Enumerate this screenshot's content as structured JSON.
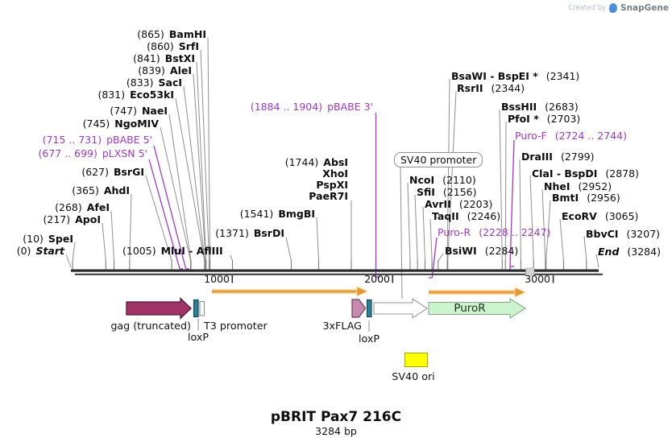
{
  "watermark": {
    "created_by": "Created by",
    "brand": "SnapGene"
  },
  "title": {
    "name": "pBRIT Pax7 216C",
    "size": "3284 bp"
  },
  "ruler": [
    "1000",
    "2000",
    "3000"
  ],
  "colors": {
    "primer_purple": "#A335D6",
    "gag_fill": "#A13366",
    "loxp_fill": "#2E7F96",
    "flag_fill": "#C98BAD",
    "puror_fill": "#CCF4CC",
    "sv40ori_fill": "#FFFF00",
    "orange_arrow": "#E8952F"
  },
  "enzymes": {
    "bamhi": {
      "pos": "(865)",
      "name": "BamHI"
    },
    "srfi": {
      "pos": "(860)",
      "name": "SrfI"
    },
    "bstxi": {
      "pos": "(841)",
      "name": "BstXI"
    },
    "alei": {
      "pos": "(839)",
      "name": "AleI"
    },
    "saci": {
      "pos": "(833)",
      "name": "SacI"
    },
    "eco53ki": {
      "pos": "(831)",
      "name": "Eco53kI"
    },
    "naei": {
      "pos": "(747)",
      "name": "NaeI"
    },
    "ngomiv": {
      "pos": "(745)",
      "name": "NgoMIV"
    },
    "bsrgi": {
      "pos": "(627)",
      "name": "BsrGI"
    },
    "ahdi": {
      "pos": "(365)",
      "name": "AhdI"
    },
    "afei": {
      "pos": "(268)",
      "name": "AfeI"
    },
    "apoi": {
      "pos": "(217)",
      "name": "ApoI"
    },
    "spei": {
      "pos": "(10)",
      "name": "SpeI"
    },
    "start": {
      "pos": "(0)",
      "name": "Start"
    },
    "mlui": {
      "pos": "(1005)",
      "name": "MluI - AflIII"
    },
    "bsrdi": {
      "pos": "(1371)",
      "name": "BsrDI"
    },
    "bmgbi": {
      "pos": "(1541)",
      "name": "BmgBI"
    },
    "absi": {
      "pos": "(1744)",
      "name": "AbsI"
    },
    "xhoi": {
      "name": "XhoI"
    },
    "pspxi": {
      "name": "PspXI"
    },
    "paer7i": {
      "name": "PaeR7I"
    },
    "ncoi": {
      "name": "NcoI",
      "pos": "(2110)"
    },
    "sfii": {
      "name": "SfiI",
      "pos": "(2156)"
    },
    "avrii": {
      "name": "AvrII",
      "pos": "(2203)"
    },
    "taqii": {
      "name": "TaqII",
      "pos": "(2246)"
    },
    "bsiwi": {
      "name": "BsiWI",
      "pos": "(2284)"
    },
    "bsawi": {
      "name": "BsaWI - BspEI *",
      "pos": "(2341)"
    },
    "rsrii": {
      "name": "RsrII",
      "pos": "(2344)"
    },
    "bsshii": {
      "name": "BssHII",
      "pos": "(2683)"
    },
    "pfoi": {
      "name": "PfoI *",
      "pos": "(2703)"
    },
    "draiii": {
      "name": "DraIII",
      "pos": "(2799)"
    },
    "clai": {
      "name": "ClaI - BspDI",
      "pos": "(2878)"
    },
    "nhei": {
      "name": "NheI",
      "pos": "(2952)"
    },
    "bmti": {
      "name": "BmtI",
      "pos": "(2956)"
    },
    "ecorv": {
      "name": "EcoRV",
      "pos": "(3065)"
    },
    "bbvci": {
      "name": "BbvCI",
      "pos": "(3207)"
    },
    "end": {
      "name": "End",
      "pos": "(3284)"
    }
  },
  "primers": {
    "pbabe5": {
      "pos": "(715 .. 731)",
      "name": "pBABE 5'"
    },
    "plxsn5": {
      "pos": "(677 .. 699)",
      "name": "pLXSN 5'"
    },
    "pbabe3": {
      "pos": "(1884 .. 1904)",
      "name": "pBABE 3'"
    },
    "purof": {
      "name": "Puro-F",
      "pos": "(2724 .. 2744)"
    },
    "puror": {
      "name": "Puro-R",
      "pos": "(2228 .. 2247)"
    }
  },
  "features": {
    "sv40_promoter": "SV40 promoter",
    "gag": "gag (truncated)",
    "loxp1": "loxP",
    "t3_promoter": "T3 promoter",
    "flag3x": "3xFLAG",
    "loxp2": "loxP",
    "puror_gene": "PuroR",
    "sv40_ori": "SV40 ori"
  }
}
